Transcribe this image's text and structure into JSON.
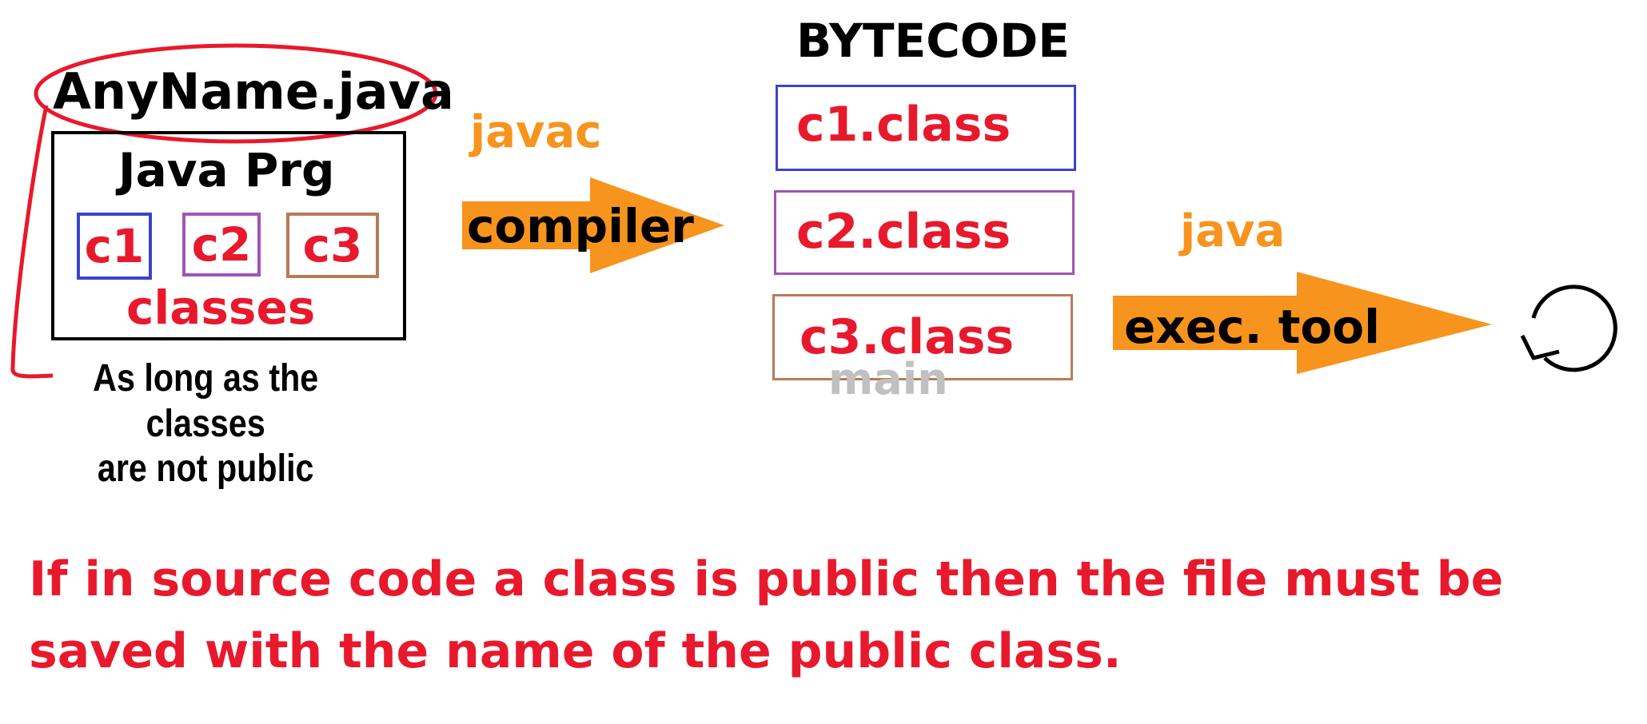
{
  "source": {
    "filename": "AnyName.java",
    "program_title": "Java Prg",
    "classes": [
      {
        "label": "c1",
        "color": "#3b44c8"
      },
      {
        "label": "c2",
        "color": "#a054b4"
      },
      {
        "label": "c3",
        "color": "#b97a57"
      }
    ],
    "classes_caption": "classes",
    "note_line1": "As long as the classes",
    "note_line2": "are not public",
    "highlight_color": "#e8192c"
  },
  "compile_step": {
    "command": "javac",
    "arrow_label": "compiler",
    "arrow_color": "#f7941d"
  },
  "bytecode": {
    "heading": "BYTECODE",
    "files": [
      {
        "label": "c1.class",
        "color": "#3b44c8"
      },
      {
        "label": "c2.class",
        "color": "#a054b4"
      },
      {
        "label": "c3.class",
        "color": "#b97a57"
      }
    ],
    "main_marker": "main"
  },
  "run_step": {
    "command": "java",
    "arrow_label": "exec. tool",
    "arrow_color": "#f7941d",
    "loop_icon": "refresh-icon"
  },
  "rule_text": "If in source code a class is public then the file must be saved with the name of the public class."
}
